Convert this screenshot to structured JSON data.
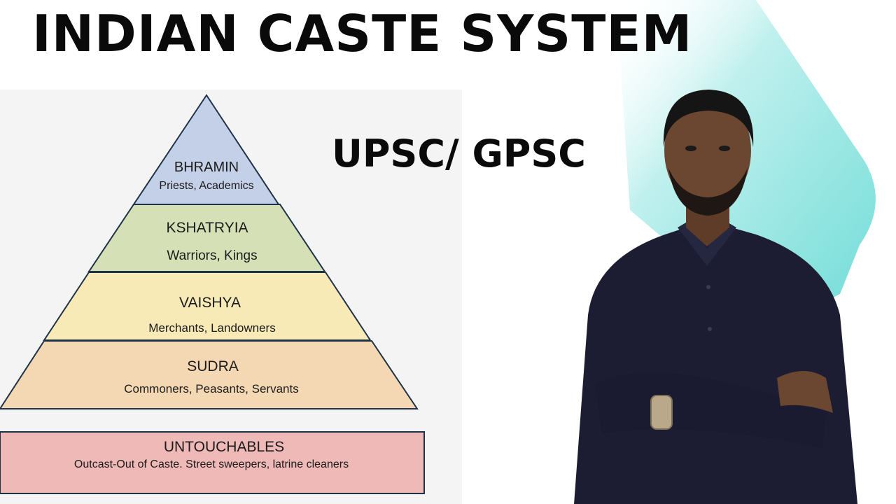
{
  "header": {
    "title": "INDIAN CASTE SYSTEM",
    "subtitle": "UPSC/ GPSC"
  },
  "pyramid": {
    "levels": [
      {
        "name": "BHRAMIN",
        "desc": "Priests, Academics",
        "color": "#c3d0e8"
      },
      {
        "name": "KSHATRYIA",
        "desc": "Warriors, Kings",
        "color": "#d6e0b6"
      },
      {
        "name": "VAISHYA",
        "desc": "Merchants, Landowners",
        "color": "#f7eab7"
      },
      {
        "name": "SUDRA",
        "desc": "Commoners, Peasants, Servants",
        "color": "#f4d8b4"
      }
    ],
    "outcast": {
      "name": "UNTOUCHABLES",
      "desc": "Outcast-Out of Caste. Street sweepers, latrine cleaners",
      "color": "#eeb9b6"
    }
  },
  "colors": {
    "accent_teal": "#7fe0dc",
    "outline": "#1f3247",
    "shirt": "#1c1d33",
    "skin": "#6b4630"
  }
}
